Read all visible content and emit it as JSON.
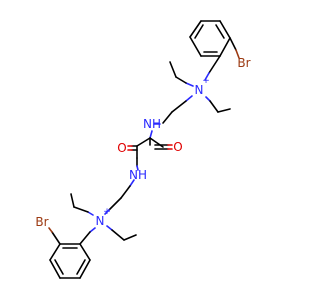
{
  "molecule": {
    "atom_labels": {
      "br_top": "Br",
      "n_plus_top": "N",
      "charge_top": "+",
      "nh_top": "NH",
      "o_left": "O",
      "o_right": "O",
      "nh_bottom": "NH",
      "n_plus_bottom": "N",
      "charge_bottom": "+",
      "br_bottom": "Br"
    },
    "colors": {
      "carbon_bond": "#000000",
      "nitrogen": "#2a2aff",
      "oxygen": "#e00000",
      "bromine": "#9c3a12",
      "background": "#ffffff"
    }
  }
}
